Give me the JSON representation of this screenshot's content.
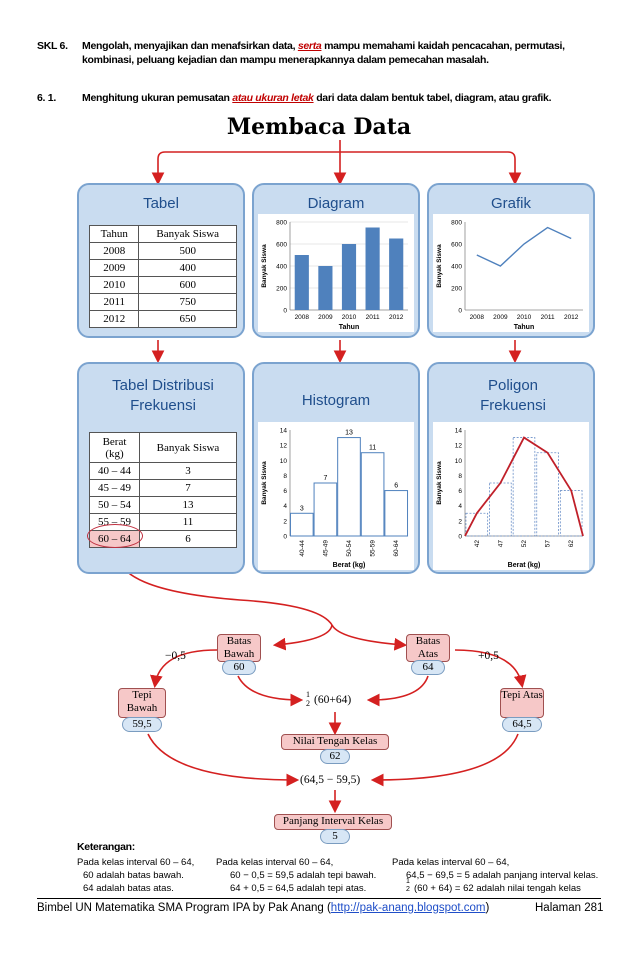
{
  "header": {
    "skl_num": "SKL 6.",
    "skl_line1_a": "Mengolah, menyajikan dan menafsirkan data,",
    "skl_line1_red": "serta",
    "skl_line1_b": "mampu  memahami kaidah pencacahan, permutasi,",
    "skl_line2": "kombinasi, peluang kejadian dan mampu menerapkannya dalam pemecahan masalah.",
    "ind_num": "6. 1.",
    "ind_a": "Menghitung ukuran pemusatan",
    "ind_red": "atau ukuran letak",
    "ind_b": "dari data dalam bentuk tabel, diagram, atau grafik."
  },
  "title": "Membaca Data",
  "panels": {
    "tabel": "Tabel",
    "diagram": "Diagram",
    "grafik": "Grafik",
    "tdf": "Tabel Distribusi Frekuensi",
    "histogram": "Histogram",
    "poligon": "Poligon Frekuensi"
  },
  "tabel": {
    "headers": [
      "Tahun",
      "Banyak Siswa"
    ],
    "rows": [
      [
        "2008",
        "500"
      ],
      [
        "2009",
        "400"
      ],
      [
        "2010",
        "600"
      ],
      [
        "2011",
        "750"
      ],
      [
        "2012",
        "650"
      ]
    ]
  },
  "tdf": {
    "headers": [
      "Berat (kg)",
      "Banyak Siswa"
    ],
    "rows": [
      [
        "40 – 44",
        "3"
      ],
      [
        "45 – 49",
        "7"
      ],
      [
        "50 – 54",
        "13"
      ],
      [
        "55 – 59",
        "11"
      ],
      [
        "60 – 64",
        "6"
      ]
    ]
  },
  "chart_data": [
    {
      "type": "bar",
      "categories": [
        "2008",
        "2009",
        "2010",
        "2011",
        "2012"
      ],
      "values": [
        500,
        400,
        600,
        750,
        650
      ],
      "xlabel": "Tahun",
      "ylabel": "Banyak Siswa",
      "ylim": [
        0,
        800
      ],
      "yticks": [
        0,
        200,
        400,
        600,
        800
      ],
      "color": "#4f81bd"
    },
    {
      "type": "line",
      "categories": [
        "2008",
        "2009",
        "2010",
        "2011",
        "2012"
      ],
      "values": [
        500,
        400,
        600,
        750,
        650
      ],
      "xlabel": "Tahun",
      "ylabel": "Banyak Siswa",
      "ylim": [
        0,
        800
      ],
      "yticks": [
        0,
        200,
        400,
        600,
        800
      ],
      "color": "#4f81bd"
    },
    {
      "type": "bar",
      "categories": [
        "40-44",
        "45-49",
        "50-54",
        "55-59",
        "60-64"
      ],
      "values": [
        3,
        7,
        13,
        11,
        6
      ],
      "xlabel": "Berat (kg)",
      "ylabel": "Banyak Siswa",
      "ylim": [
        0,
        14
      ],
      "yticks": [
        0,
        2,
        4,
        6,
        8,
        10,
        12,
        14
      ]
    },
    {
      "type": "line",
      "categories": [
        "42",
        "47",
        "52",
        "57",
        "62"
      ],
      "values": [
        3,
        7,
        13,
        11,
        6
      ],
      "xlabel": "Berat (kg)",
      "ylabel": "Banyak Siswa",
      "ylim": [
        0,
        14
      ],
      "yticks": [
        0,
        2,
        4,
        6,
        8,
        10,
        12,
        14
      ],
      "color": "#c0202a"
    }
  ],
  "flow": {
    "batas_bawah": "Batas Bawah",
    "batas_bawah_val": "60",
    "batas_atas": "Batas Atas",
    "batas_atas_val": "64",
    "minus": "−0,5",
    "plus": "+0,5",
    "tepi_bawah": "Tepi Bawah",
    "tepi_bawah_val": "59,5",
    "tepi_atas": "Tepi Atas",
    "tepi_atas_val": "64,5",
    "half_expr": "(60+64)",
    "frac_num": "1",
    "frac_den": "2",
    "nilai_tengah": "Nilai Tengah Kelas",
    "nilai_tengah_val": "62",
    "range_expr": "(64,5 − 59,5)",
    "panjang": "Panjang Interval Kelas",
    "panjang_val": "5"
  },
  "keterangan": {
    "title": "Keterangan:",
    "col1": [
      "Pada kelas interval 60 – 64,",
      "60 adalah batas bawah.",
      "64 adalah batas atas."
    ],
    "col2": [
      "Pada kelas interval 60 – 64,",
      "60 − 0,5 = 59,5 adalah tepi bawah.",
      "64 + 0,5 = 64,5 adalah tepi atas."
    ],
    "col3": [
      "Pada kelas interval 60 – 64,",
      "64,5 − 69,5 = 5    adalah panjang interval kelas.",
      "(60 + 64) = 62 adalah nilai tengah kelas"
    ]
  },
  "footer": {
    "left": "Bimbel UN Matematika SMA Program IPA by Pak Anang (",
    "link": "http://pak-anang.blogspot.com",
    "left_end": ")",
    "right": "Halaman 281"
  }
}
